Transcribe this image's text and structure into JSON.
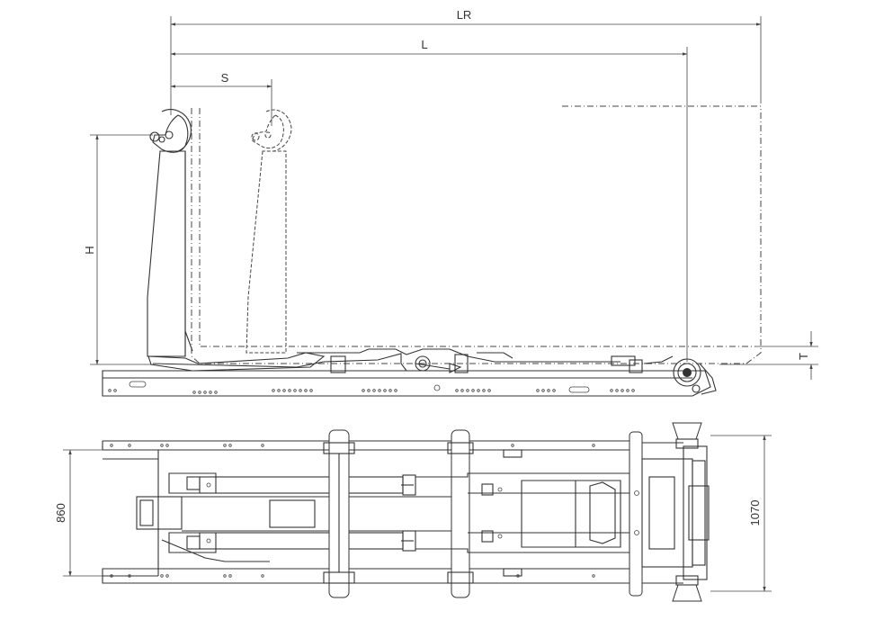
{
  "diagram": {
    "side_view": {
      "dimensions": {
        "overall_length": "LR",
        "length": "L",
        "stroke": "S",
        "hook_height": "H",
        "frame_height": "T"
      }
    },
    "top_view": {
      "dimensions": {
        "inner_width": "860",
        "outer_width": "1070"
      }
    }
  }
}
